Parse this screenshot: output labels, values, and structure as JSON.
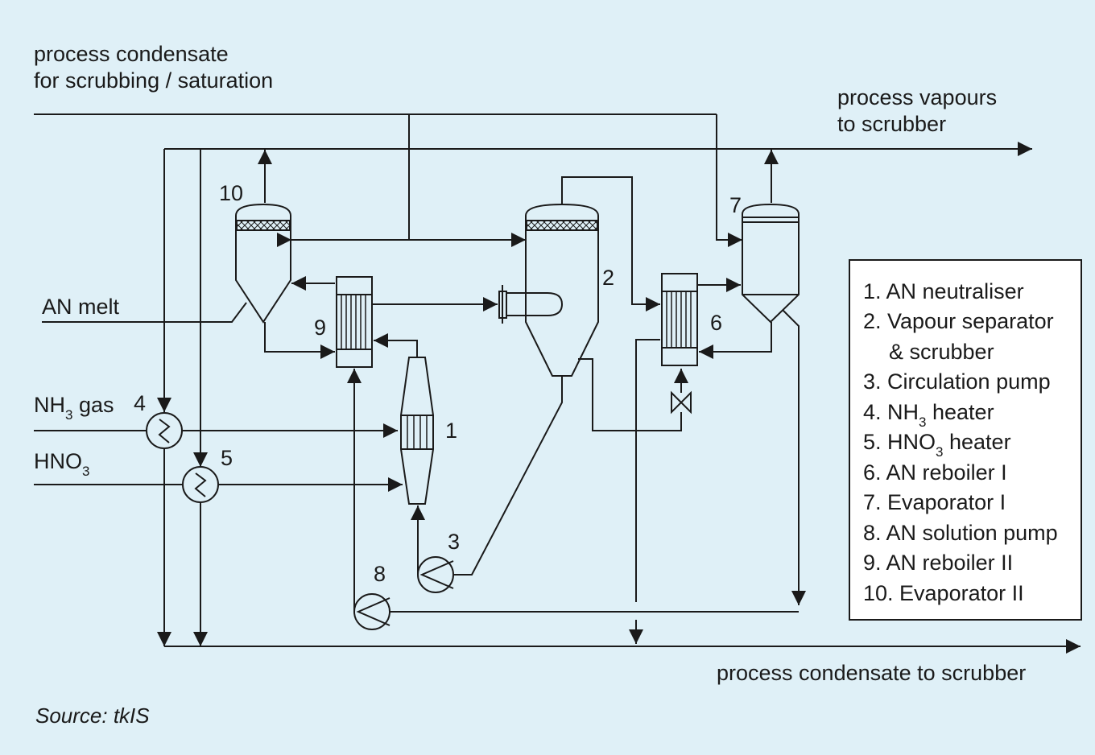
{
  "labels": {
    "condensate_in_line1": "process condensate",
    "condensate_in_line2": "for scrubbing / saturation",
    "vapours_line1": "process vapours",
    "vapours_line2": "to scrubber",
    "an_melt": "AN melt",
    "nh3_gas_prefix": "NH",
    "nh3_gas_sub": "3",
    "nh3_gas_suffix": " gas",
    "hno3_prefix": "HNO",
    "hno3_sub": "3",
    "condensate_out": "process condensate to scrubber",
    "source": "Source: tkIS"
  },
  "equipment_numbers": {
    "n1": "1",
    "n2": "2",
    "n3": "3",
    "n4": "4",
    "n5": "5",
    "n6": "6",
    "n7": "7",
    "n8": "8",
    "n9": "9",
    "n10": "10"
  },
  "legend": {
    "item1": "1. AN neutraliser",
    "item2_line1": "2. Vapour separator",
    "item2_line2": "& scrubber",
    "item3": "3. Circulation pump",
    "item4_prefix": "4. NH",
    "item4_sub": "3",
    "item4_suffix": " heater",
    "item5_prefix": "5. HNO",
    "item5_sub": "3",
    "item5_suffix": " heater",
    "item6": "6. AN reboiler I",
    "item7": "7. Evaporator I",
    "item8": "8. AN solution pump",
    "item9": "9. AN reboiler II",
    "item10": "10.  Evaporator II"
  },
  "colors": {
    "background": "#dff0f7",
    "line": "#1a1a1a"
  }
}
